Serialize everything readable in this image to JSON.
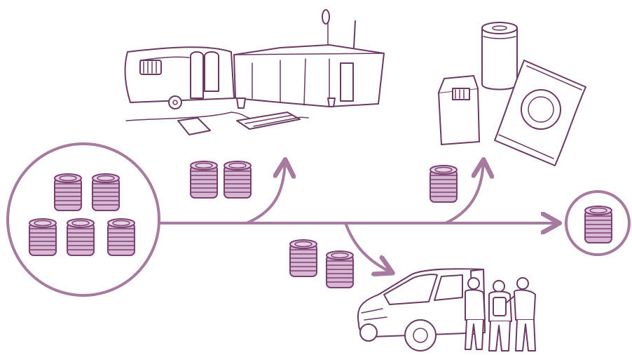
{
  "colors": {
    "accent": "#7b3f72",
    "fill": "#d6b8d2",
    "ink": "#4a2f47",
    "background": "#ffffff"
  },
  "diagram": {
    "source_coin_stacks": 5,
    "destination_coin_stacks": 1,
    "flows": [
      {
        "destination": "housing",
        "icon": "caravan-shack-icon",
        "coin_stacks": 2
      },
      {
        "destination": "consumables",
        "icon": "cigarettes-soda-snack-icon",
        "coin_stacks": 1
      },
      {
        "destination": "transport",
        "icon": "van-workers-icon",
        "coin_stacks": 2
      }
    ]
  }
}
